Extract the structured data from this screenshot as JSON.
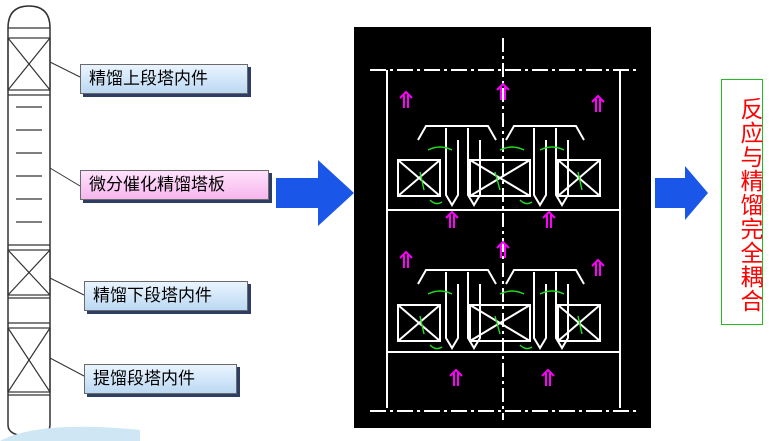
{
  "labels": {
    "rectifying_upper": "精馏上段塔内件",
    "differential_tray": "微分催化精馏塔板",
    "rectifying_lower": "精馏下段塔内件",
    "stripping": "提馏段塔内件"
  },
  "result_text": "反应与精馏完全耦合",
  "colors": {
    "arrow_blue": "#1a56e8",
    "label_blue": "#bcd9f3",
    "label_pink": "#f6b6ee",
    "vapor_arrow": "#ff00ff",
    "liquid_flow": "#22dd22",
    "result_text": "#ff0000",
    "diagram_bg": "#000000"
  },
  "icons": [
    "flow-arrow-icon",
    "vapor-up-arrow-icon"
  ]
}
